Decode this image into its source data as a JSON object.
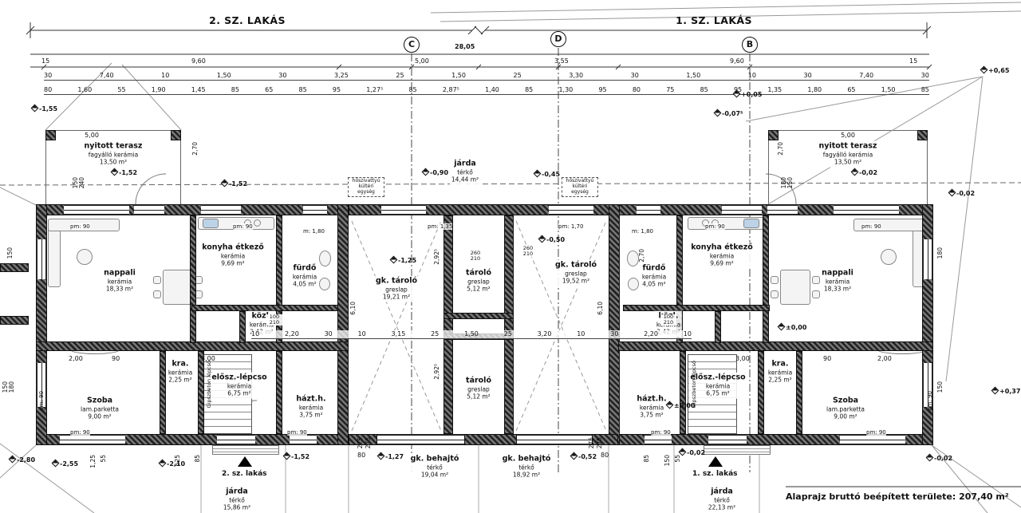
{
  "headers": {
    "apt2": "2. SZ. LAKÁS",
    "apt1": "1. SZ. LAKÁS",
    "footer": "Alaprajz bruttó beépített területe: 207,40 m²"
  },
  "axes": {
    "c": "C",
    "d": "D",
    "b": "B"
  },
  "rooms": {
    "terasz": {
      "name": "nyitott terasz",
      "mat": "fagyálló kerámia",
      "area": "13,50 m²"
    },
    "nappali": {
      "name": "nappali",
      "mat": "kerámia",
      "area": "18,33 m²"
    },
    "konyha": {
      "name": "konyha étkező",
      "mat": "kerámia",
      "area": "9,69 m²"
    },
    "furdo": {
      "name": "fürdő",
      "mat": "kerámia",
      "area": "4,05 m²"
    },
    "kozl": {
      "name": "közl.",
      "mat": "kerámia",
      "area": "2,42 m²"
    },
    "kra": {
      "name": "kra.",
      "mat": "kerámia",
      "area": "2,25 m²"
    },
    "elosz": {
      "name": "elősz.-lépcso",
      "mat": "kerámia",
      "area": "6,75 m²"
    },
    "hazt": {
      "name": "házt.h.",
      "mat": "kerámia",
      "area": "3,75 m²"
    },
    "szoba": {
      "name": "Szoba",
      "mat": "lam.parketta",
      "area": "9,00 m²"
    },
    "gktarolo_l": {
      "name": "gk. tároló",
      "mat": "greslap",
      "area": "19,21 m²"
    },
    "gktarolo_r": {
      "name": "gk. tároló",
      "mat": "greslap",
      "area": "19,52 m²"
    },
    "tarolo": {
      "name": "tároló",
      "mat": "greslap",
      "area": "5,12 m²"
    }
  },
  "outside": {
    "jarda_mid": {
      "name": "járda",
      "mat": "térkő",
      "area": "14,44 m²"
    },
    "behajto_l": {
      "name": "gk. behajtó",
      "mat": "térkő",
      "area": "19,04 m²"
    },
    "behajto_r": {
      "name": "gk. behajtó",
      "mat": "térkő",
      "area": "18,92 m²"
    },
    "jarda_l": {
      "name": "járda",
      "mat": "térkő",
      "area": "15,86 m²"
    },
    "jarda_r": {
      "name": "járda",
      "mat": "térkő",
      "area": "22,13 m²"
    },
    "entrance_l": "2. sz. lakás",
    "entrance_r": "1. sz. lakás"
  },
  "annotations": {
    "heatpump": "hőszivattyú kültéri egység",
    "stairs": "Gipszbeton lépcső",
    "pm90": "pm: 90",
    "pm135": "pm: 1,35",
    "pm170": "pm: 1,70",
    "m180": "m: 1,80",
    "d100": "100",
    "d260": "260",
    "d210": "210"
  },
  "dims": {
    "overall": "28,05",
    "row1": [
      "15",
      "9,60",
      "5,00",
      "3,55",
      "9,60",
      "15"
    ],
    "row2": [
      "30",
      "7,40",
      "10",
      "1,50",
      "30",
      "3,25",
      "25",
      "1,50",
      "25",
      "3,30",
      "30",
      "1,50",
      "10",
      "30",
      "7,40",
      "30"
    ],
    "row3": [
      "80",
      "1,60",
      "55",
      "1,90",
      "1,45",
      "85",
      "65",
      "85",
      "95",
      "1,27⁵",
      "85",
      "2,87⁵",
      "1,40",
      "85",
      "1,30",
      "95",
      "80",
      "75",
      "85",
      "95",
      "1,35",
      "1,80",
      "65",
      "1,50",
      "85"
    ],
    "mid": [
      "10",
      "2,20",
      "30",
      "10",
      "3,15",
      "25",
      "1,50",
      "25",
      "3,20",
      "10",
      "30",
      "2,20",
      "10"
    ],
    "v500": "5,00",
    "v270": "2,70",
    "v610": "6,10",
    "v2925": "2,92⁵",
    "v150": "150",
    "v240": "240",
    "v180": "180",
    "d200": "2,00",
    "d300": "3,00",
    "d90": "90",
    "d80": "80",
    "d525": "525",
    "d55": "55",
    "d125": "1,25",
    "d85": "85",
    "d275": "275"
  },
  "elevations": {
    "m155": "-1,55",
    "m152": "-1,52",
    "m090": "-0,90",
    "m045": "-0,45",
    "m002": "-0,02",
    "p005": "+0,05",
    "m0075": "-0,07⁵",
    "m125": "-1,25",
    "m050": "-0,50",
    "pm000": "±0,00",
    "m280": "-2,80",
    "m255": "-2,55",
    "m210": "-2,10",
    "m127": "-1,27",
    "m052": "-0,52",
    "p037": "+0,37",
    "p065": "+0,65"
  }
}
